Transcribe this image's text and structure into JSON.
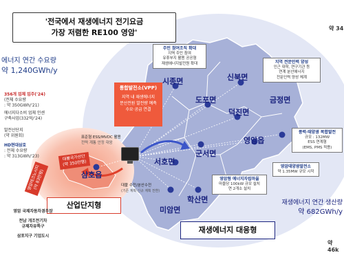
{
  "title": {
    "line1": "'전국에서 재생에너지 전기요금",
    "line2": "가장 저렴한 RE100 영암'"
  },
  "edge_top_right": "약 34",
  "edge_bottom_right": "약 46k",
  "industrial_demand": {
    "label": "에너지 연간 수요량",
    "value": "약 1,240GWh/y"
  },
  "companies_box": {
    "heading": "356개 업체 입주('24)",
    "lines": [
      "(전체 수요량",
      ": 약 350GWh/'21)",
      "",
      "에너지다소비 업체 인센",
      "구축사업(332억/'24)"
    ]
  },
  "left_small_1": [
    "발전산단지",
    "(약 위원회)"
  ],
  "hd_block": {
    "brand": "HD현대삼호",
    "lines": [
      ": 전체 수요량",
      ": 약 313GWh/'23)"
    ]
  },
  "red_labels": {
    "daebul": "대불국가산단\n(약 350만평)",
    "yeongam_district": "영암테크노시티\n(약 83만평)",
    "vpp": "통합발전소(VPP)",
    "vpp_desc": "지역 내 재생에너지\n분산전원 발전량 예측\n수요·공급 연결"
  },
  "bottom_left": [
    "영암 국제자동차경주장",
    "",
    "전남 개조전기차",
    "규제자유특구",
    "",
    "삼포지구 기업도시"
  ],
  "center_labels": {
    "ess": "표준형 ESS/MVDC 활용",
    "ess_sub": "전력 계통 안정 대응",
    "hydrogen": "대불 수전/분산수전",
    "hydrogen_sub": "(기존 계획·신규 계획 전환)"
  },
  "info_boxes": [
    {
      "heading": "주민 참여조직 확대",
      "lines": [
        "지역 주민 참여",
        "유휴부지 활용 공공형",
        "재생에너지발전원 확대"
      ]
    },
    {
      "heading": "지역 전문인력 양성",
      "lines": [
        "인근 대학, 연구기관 등",
        "연계 분산에너지",
        "전문인력 양성 체계"
      ]
    },
    {
      "heading": "풍력·태양광 복합발전",
      "lines": [
        "규모 : 132MW",
        "ESS 연계형",
        "(EMS, PMS 적용)"
      ]
    },
    {
      "heading": "영암태양광발전소",
      "lines": [
        "약 1.35MW 규모 시작"
      ]
    },
    {
      "heading": "영암형 에너지자립마을",
      "lines": [
        "마을당 100kW 규모 설치",
        "연 2개소 설치"
      ]
    }
  ],
  "towns": [
    "시종면",
    "신북면",
    "도포면",
    "덕진면",
    "금정면",
    "영암읍",
    "군서면",
    "서호면",
    "학산면",
    "미암면",
    "삼호읍"
  ],
  "supply": {
    "label": "재생에너지 연간 생산량",
    "value": "약 682GWh/y"
  },
  "type_labels": {
    "industrial": "산업단지형",
    "renewable": "재생에너지 대응형"
  },
  "colors": {
    "region": "#a9b3d8",
    "region_dark": "#8f9ac8",
    "halo": "#dfe3f3",
    "accent_red": "#d83b2b",
    "industrial_glow": "#f7b3a0",
    "navy": "#1a237e"
  }
}
